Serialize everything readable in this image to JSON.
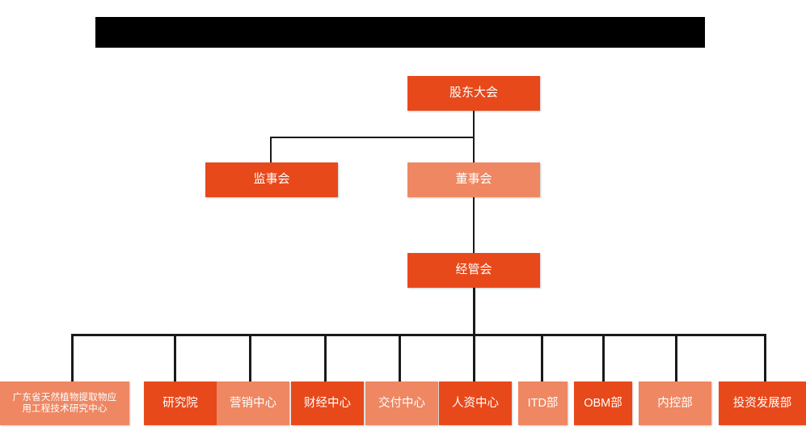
{
  "chart": {
    "type": "org-chart",
    "title_banner": {
      "label": "",
      "redacted": true,
      "color": "#000000"
    },
    "palette": {
      "dark_orange": "#E8491B",
      "light_orange": "#EE8762",
      "connector": "#1A1A1A",
      "text": "#FFFFFF",
      "background": "#FFFFFF"
    },
    "levels": [
      {
        "level": 1,
        "nodes": [
          {
            "label": "股东大会",
            "tone": "dark"
          }
        ]
      },
      {
        "level": 2,
        "nodes": [
          {
            "label": "监事会",
            "tone": "dark"
          },
          {
            "label": "董事会",
            "tone": "light"
          }
        ]
      },
      {
        "level": 3,
        "nodes": [
          {
            "label": "经管会",
            "tone": "dark"
          }
        ]
      },
      {
        "level": 4,
        "nodes": [
          {
            "label": "广东省天然植物提取物应\n用工程技术研究中心",
            "tone": "light"
          },
          {
            "label": "研究院",
            "tone": "dark"
          },
          {
            "label": "营销中心",
            "tone": "light"
          },
          {
            "label": "财经中心",
            "tone": "dark"
          },
          {
            "label": "交付中心",
            "tone": "light"
          },
          {
            "label": "人资中心",
            "tone": "dark"
          },
          {
            "label": "ITD部",
            "tone": "light"
          },
          {
            "label": "OBM部",
            "tone": "dark"
          },
          {
            "label": "内控部",
            "tone": "light"
          },
          {
            "label": "投资发展部",
            "tone": "dark"
          }
        ]
      }
    ],
    "edges": [
      {
        "from": "股东大会",
        "to": "监事会"
      },
      {
        "from": "股东大会",
        "to": "董事会"
      },
      {
        "from": "董事会",
        "to": "经管会"
      },
      {
        "from": "经管会",
        "to": "广东省天然植物提取物应用工程技术研究中心"
      },
      {
        "from": "经管会",
        "to": "研究院"
      },
      {
        "from": "经管会",
        "to": "营销中心"
      },
      {
        "from": "经管会",
        "to": "财经中心"
      },
      {
        "from": "经管会",
        "to": "交付中心"
      },
      {
        "from": "经管会",
        "to": "人资中心"
      },
      {
        "from": "经管会",
        "to": "ITD部"
      },
      {
        "from": "经管会",
        "to": "OBM部"
      },
      {
        "from": "经管会",
        "to": "内控部"
      },
      {
        "from": "经管会",
        "to": "投资发展部"
      }
    ]
  }
}
